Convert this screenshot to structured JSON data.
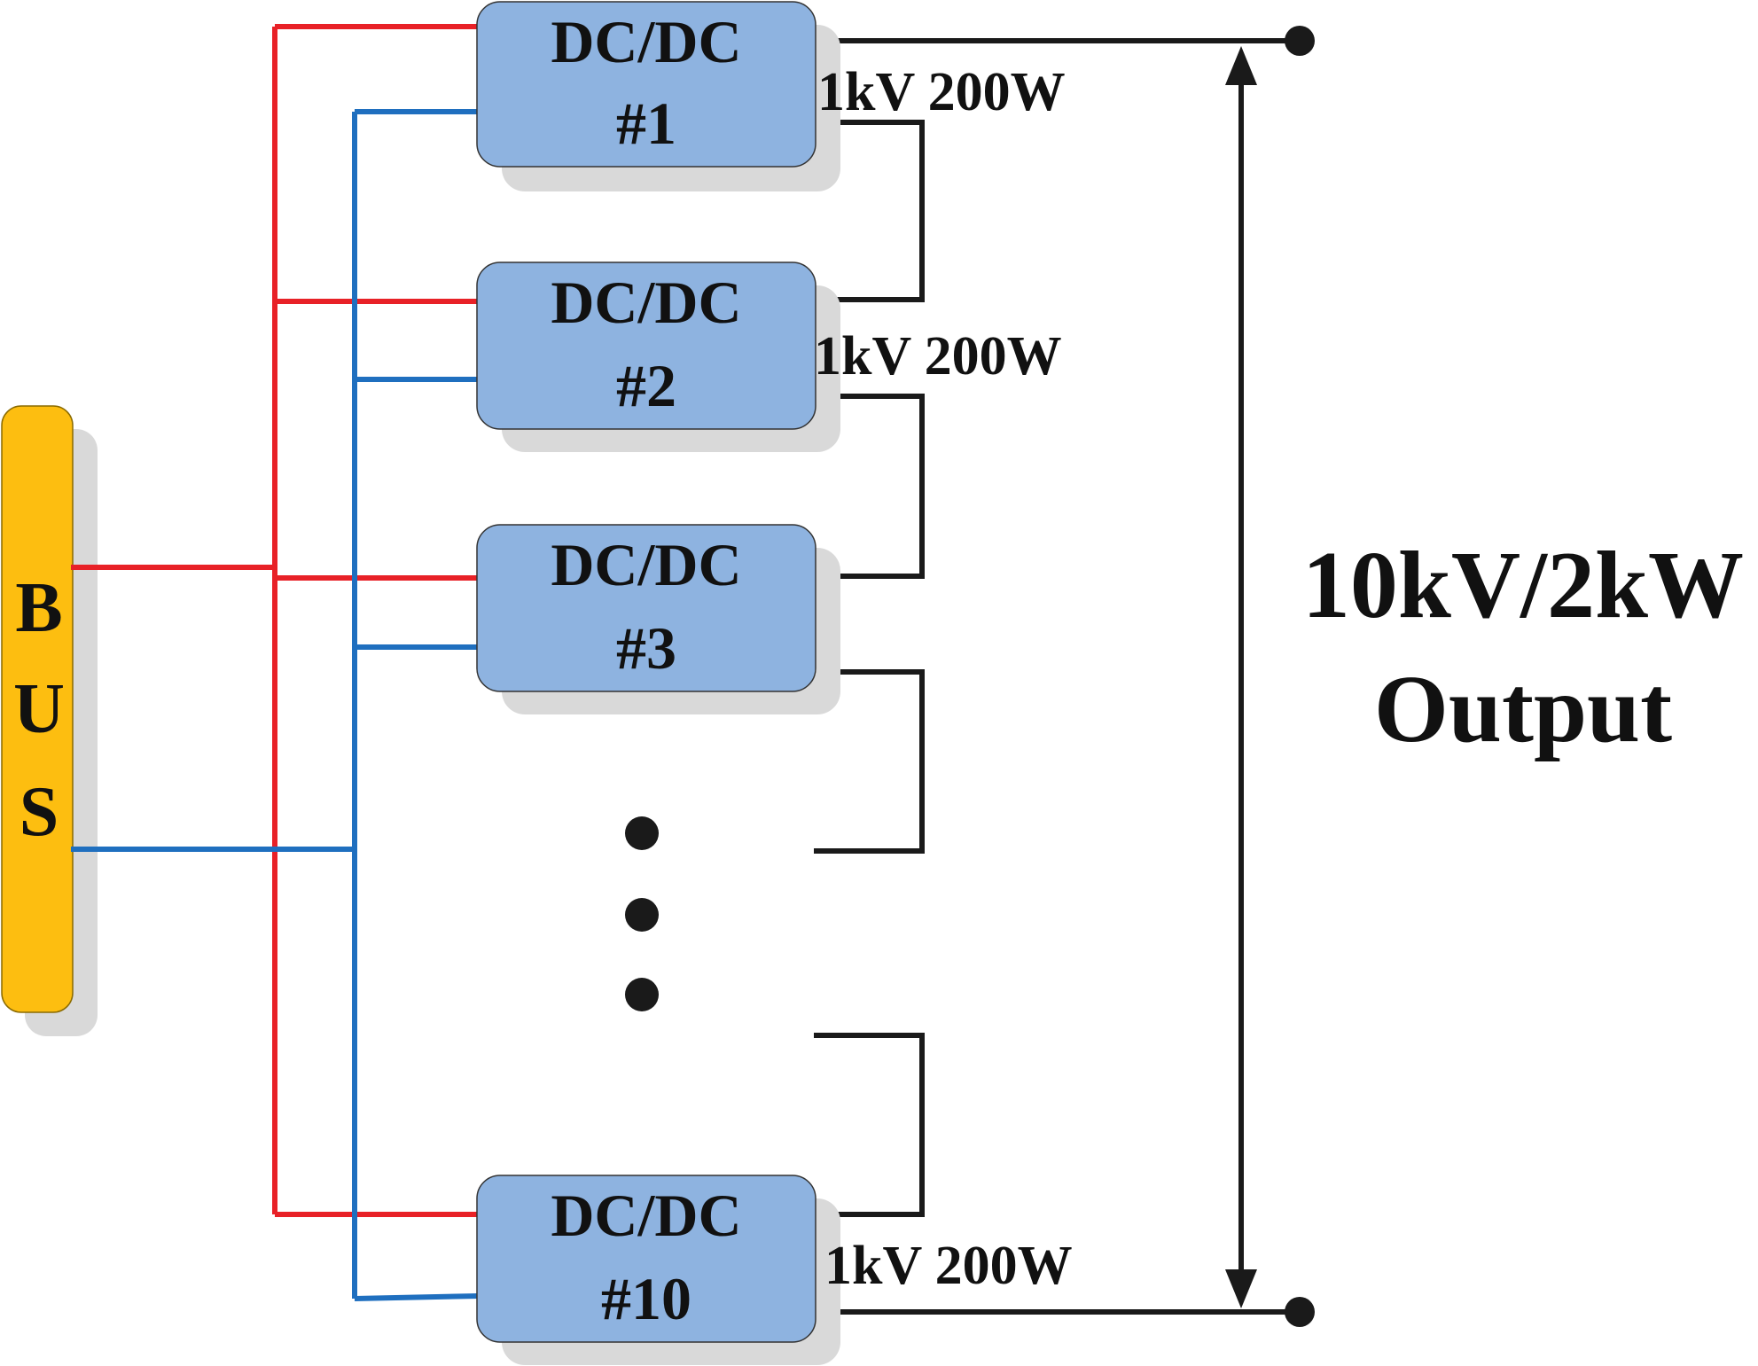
{
  "bus": {
    "letters": [
      "B",
      "U",
      "S"
    ],
    "color": "#FDBE10"
  },
  "modules": [
    {
      "line1": "DC/DC",
      "line2": "#1",
      "rating": "1kV 200W"
    },
    {
      "line1": "DC/DC",
      "line2": "#2",
      "rating": "1kV 200W"
    },
    {
      "line1": "DC/DC",
      "line2": "#3",
      "rating": ""
    },
    {
      "line1": "DC/DC",
      "line2": "#10",
      "rating": "1kV 200W"
    }
  ],
  "output": {
    "line1": "10kV/2kW",
    "line2": "Output"
  },
  "colors": {
    "module_fill": "#8EB3E0",
    "positive_wire": "#E82127",
    "negative_wire": "#1F6FBF",
    "series_wire": "#1A1A1A"
  }
}
